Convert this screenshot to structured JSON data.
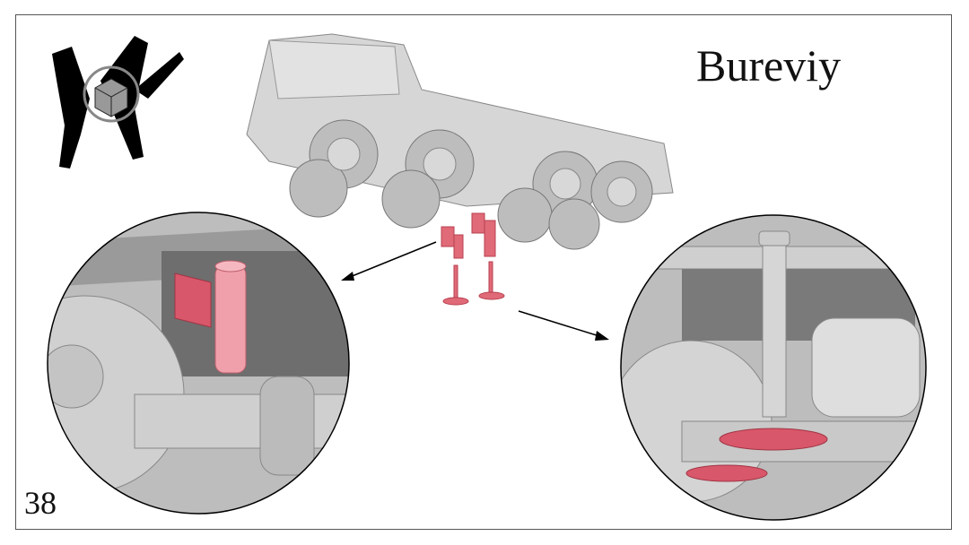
{
  "header": {
    "title": "Bureviy"
  },
  "footer": {
    "page_number": "38"
  },
  "logo": {
    "lettering": "YK"
  },
  "colors": {
    "part_highlight": "#e06a78",
    "model_gray": "#cfcfcf",
    "frame": "#555555"
  },
  "icons": [
    "arrow-icon",
    "arrow-icon"
  ]
}
